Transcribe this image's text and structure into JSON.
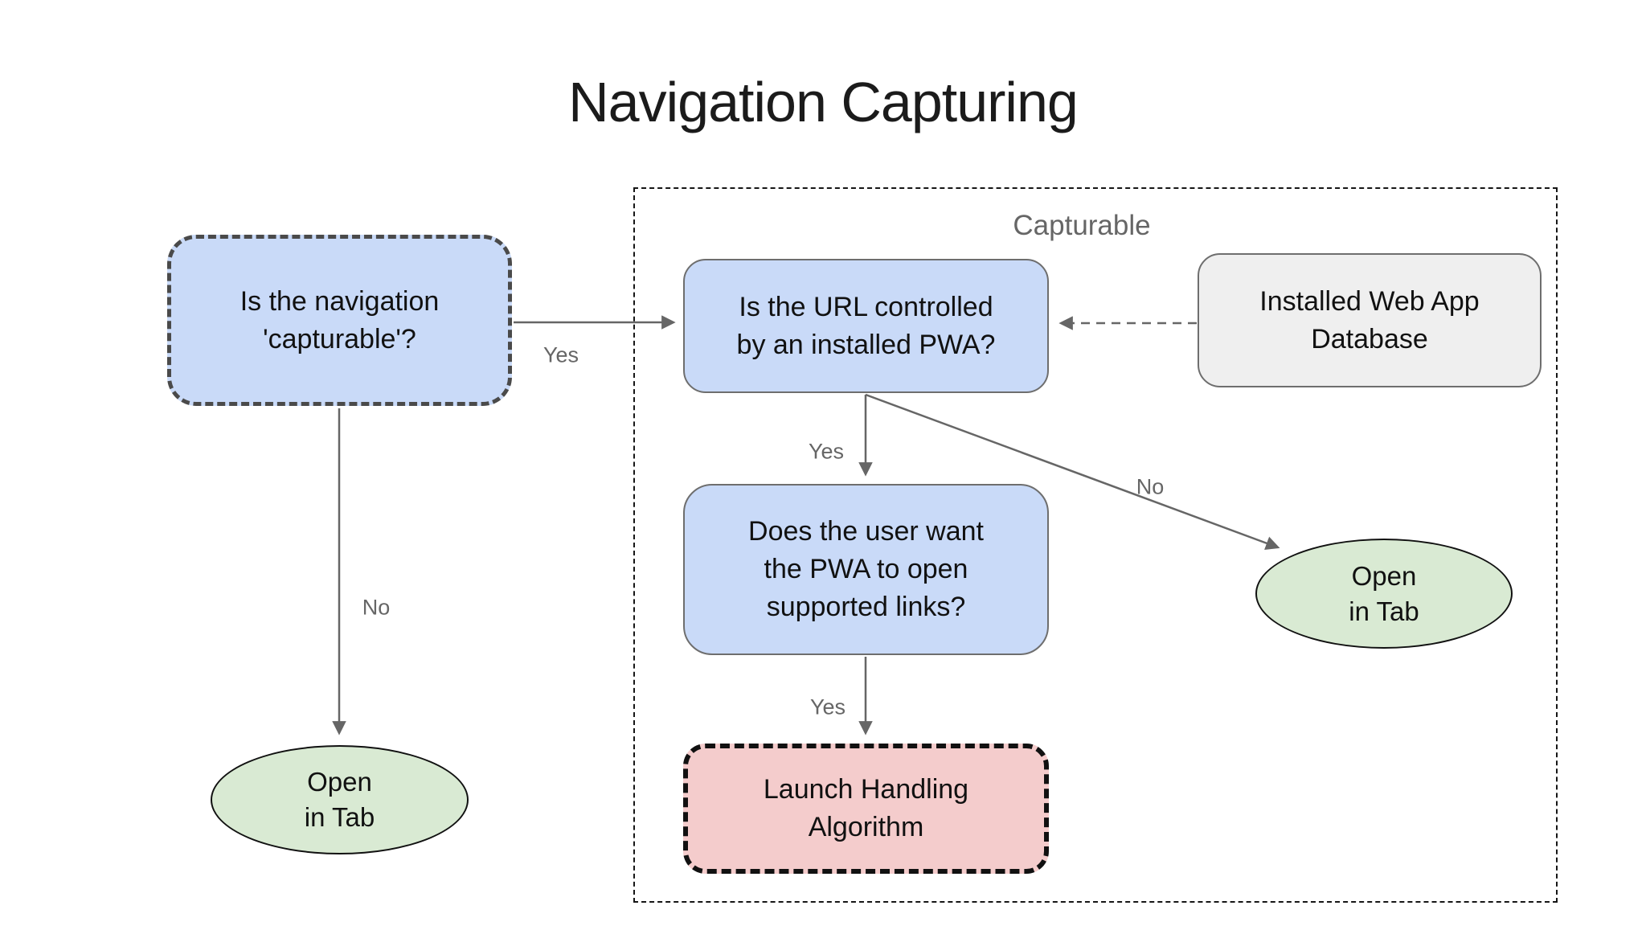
{
  "title": "Navigation Capturing",
  "container": {
    "label": "Capturable"
  },
  "nodes": {
    "nav_capturable": {
      "lines": [
        "Is the navigation",
        "'capturable'?"
      ]
    },
    "url_controlled": {
      "lines": [
        "Is the URL controlled",
        "by an installed PWA?"
      ]
    },
    "web_app_db": {
      "lines": [
        "Installed Web App",
        "Database"
      ]
    },
    "user_wants": {
      "lines": [
        "Does the user want",
        "the PWA to open",
        "supported links?"
      ]
    },
    "launch_handling": {
      "lines": [
        "Launch Handling",
        "Algorithm"
      ]
    },
    "open_in_tab_left": {
      "lines": [
        "Open",
        "in Tab"
      ]
    },
    "open_in_tab_right": {
      "lines": [
        "Open",
        "in Tab"
      ]
    }
  },
  "edges": {
    "capturable_yes": {
      "label": "Yes"
    },
    "capturable_no": {
      "label": "No"
    },
    "url_yes": {
      "label": "Yes"
    },
    "url_no": {
      "label": "No"
    },
    "user_yes": {
      "label": "Yes"
    }
  },
  "colors": {
    "node_blue": "#c9daf8",
    "node_green": "#d9ead3",
    "node_pink": "#f4cccc",
    "node_gray": "#efefef",
    "arrow_gray": "#666666",
    "label_gray": "#666666",
    "dashed_border_dark": "#4a4a4a",
    "black_border": "#111111"
  }
}
